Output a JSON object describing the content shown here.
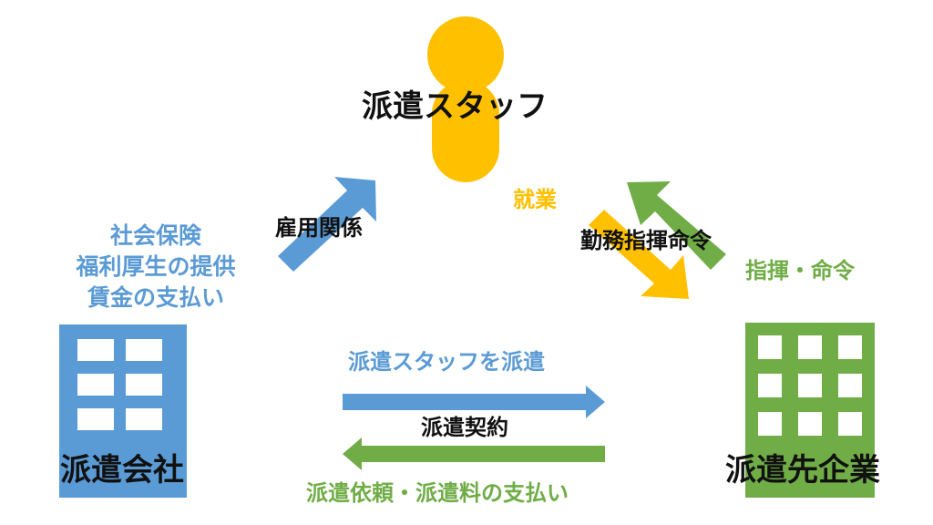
{
  "staff": {
    "label": "派遣スタッフ"
  },
  "dispatch_company": {
    "label": "派遣会社",
    "duties": [
      "社会保険",
      "福利厚生の提供",
      "賃金の支払い"
    ]
  },
  "client_company": {
    "label": "派遣先企業"
  },
  "relations": {
    "employment": "雇用関係",
    "work": "就業",
    "instructions_to_staff": "勤務指揮命令",
    "command": "指揮・命令",
    "dispatch_staff": "派遣スタッフを派遣",
    "contract": "派遣契約",
    "request_payment": "派遣依頼・派遣料の支払い"
  },
  "colors": {
    "blue": "#5b9bd5",
    "green": "#70ad47",
    "yellow": "#ffc000",
    "text": "#111111"
  }
}
